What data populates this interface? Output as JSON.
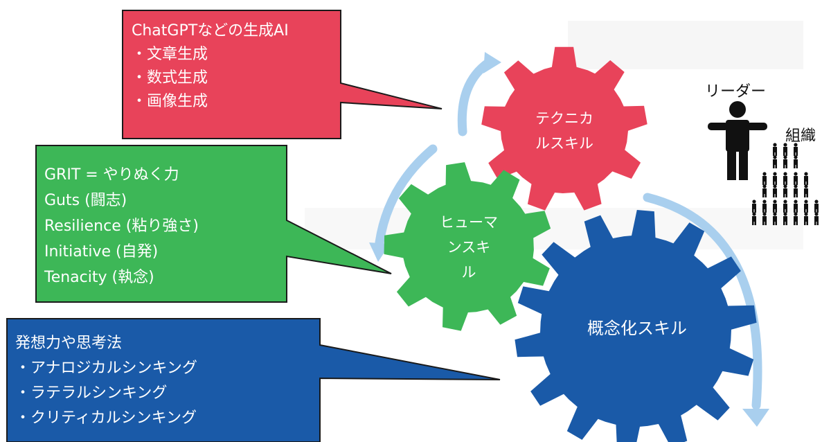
{
  "callouts": {
    "ai": {
      "title": "ChatGPTなどの生成AI",
      "items": [
        "・文章生成",
        "・数式生成",
        "・画像生成"
      ]
    },
    "grit": {
      "lines": [
        "GRIT = やりぬく力",
        "Guts (闘志)",
        "Resilience (粘り強さ)",
        "Initiative (自発)",
        "Tenacity (執念)"
      ]
    },
    "thinking": {
      "title": "発想力や思考法",
      "items": [
        "・アナロジカルシンキング",
        "・ラテラルシンキング",
        "・クリティカルシンキング"
      ]
    }
  },
  "gears": {
    "technical": {
      "lines": [
        "テクニカ",
        "ルスキル"
      ]
    },
    "human": {
      "lines": [
        "ヒューマ",
        "ンスキ",
        "ル"
      ]
    },
    "conceptual": {
      "lines": [
        "概念化スキル"
      ]
    }
  },
  "org": {
    "leader_label": "リーダー",
    "organization_label": "組織",
    "leader_icon": "person-icon",
    "organization_icon": "people-pyramid-icon"
  },
  "colors": {
    "red": "#e8435a",
    "green": "#3db757",
    "blue": "#1a5aa8",
    "arrow": "#a9cfee"
  }
}
